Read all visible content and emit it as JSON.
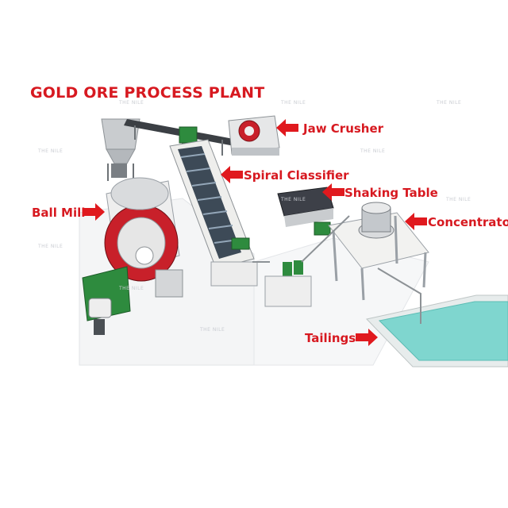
{
  "title": "GOLD ORE PROCESS PLANT",
  "labels": {
    "jaw_crusher": "Jaw Crusher",
    "spiral_classifier": "Spiral Classifier",
    "shaking_table": "Shaking Table",
    "ball_mill": "Ball Mill",
    "concentrator": "Concentrator",
    "tailings": "Tailings"
  },
  "watermark": "THE NILE",
  "colors": {
    "label_red": "#d71920",
    "arrow_red": "#e0191e",
    "machine_green": "#2e8b3e",
    "mill_red": "#c8202a",
    "tank_water": "#7fd6cf",
    "frame_white": "#f2f2f0",
    "steel_grey": "#9aa0a6"
  },
  "icons": {
    "arrow": "red-arrow-icon"
  }
}
